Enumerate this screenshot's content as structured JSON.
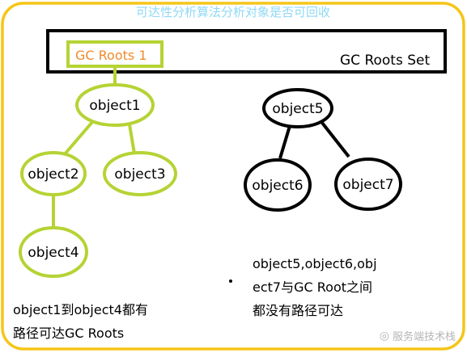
{
  "title": "可达性分析算法分析对象是否可回收",
  "gc_roots_set_label": "GC Roots Set",
  "gc_root_box_label": "GC Roots 1",
  "nodes": {
    "object1": "object1",
    "object2": "object2",
    "object3": "object3",
    "object4": "object4",
    "object5": "object5",
    "object6": "object6",
    "object7": "object7"
  },
  "captions": {
    "left_line1": "object1到object4都有",
    "left_line2": "路径可达GC Roots",
    "right_line1": "object5,object6,obj",
    "right_line2": "ect7与GC Root之间",
    "right_line3": "都没有路径可达"
  },
  "watermark": "服务端技术栈",
  "colors": {
    "frame": "#f5c518",
    "title": "#8fd9f5",
    "reachable": "#b5d334",
    "unreachable": "#000000",
    "gc_root_label": "#f08a2c"
  }
}
